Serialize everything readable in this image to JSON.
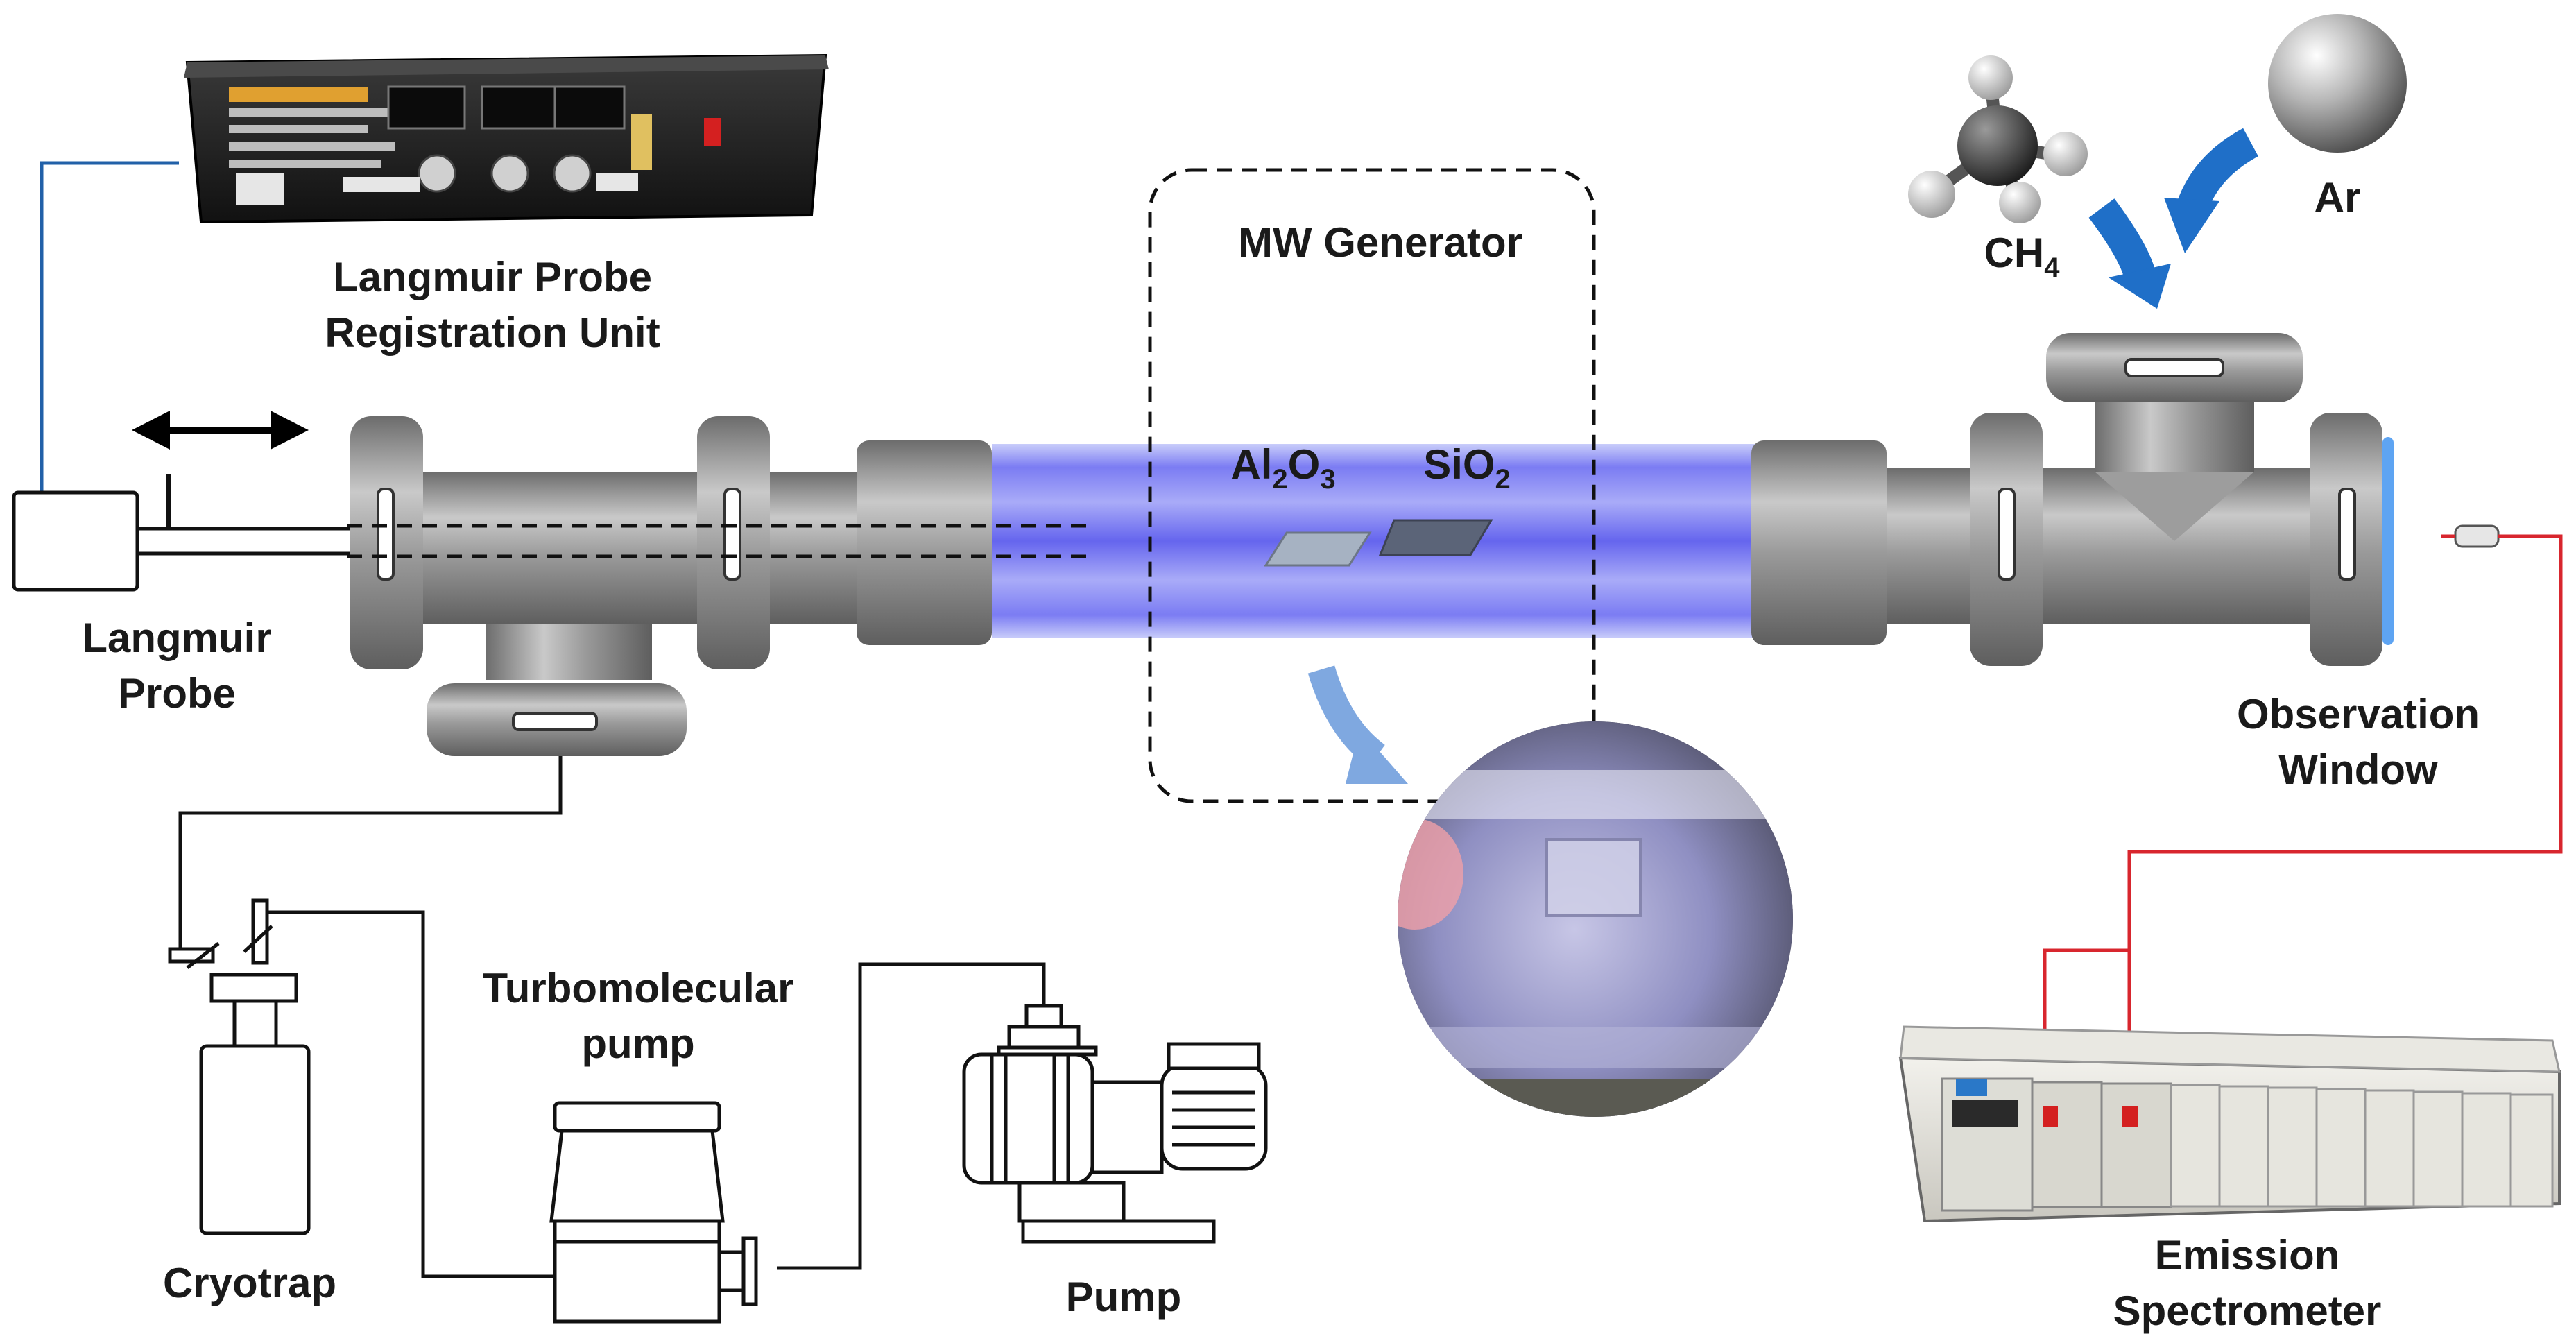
{
  "labels": {
    "registration_unit_line1": "Langmuir Probe",
    "registration_unit_line2": "Registration Unit",
    "langmuir_probe_line1": "Langmuir",
    "langmuir_probe_line2": "Probe",
    "mw_generator": "MW Generator",
    "al2o3_main": "Al",
    "al2o3_sub1": "2",
    "al2o3_mid": "O",
    "al2o3_sub2": "3",
    "sio2_main": "SiO",
    "sio2_sub": "2",
    "ch4_main": "CH",
    "ch4_sub": "4",
    "ar": "Ar",
    "observation_window_line1": "Observation",
    "observation_window_line2": "Window",
    "turbomolecular_line1": "Turbomolecular",
    "turbomolecular_line2": "pump",
    "pump": "Pump",
    "cryotrap": "Cryotrap",
    "emission_spectrometer_line1": "Emission",
    "emission_spectrometer_line2": "Spectrometer"
  },
  "icons": [
    "double-arrow-icon",
    "ch4-molecule-icon",
    "argon-atom-icon",
    "gas-flow-arrow-icon",
    "sample-zoom-arrow-icon"
  ],
  "colors": {
    "plasma": "#6f6ff5",
    "probe_cable": "#2160a8",
    "optical_fiber": "#d8262e",
    "gas_arrow": "#1f6fc8",
    "steel": "#8e8e8e",
    "outline": "#111111"
  }
}
